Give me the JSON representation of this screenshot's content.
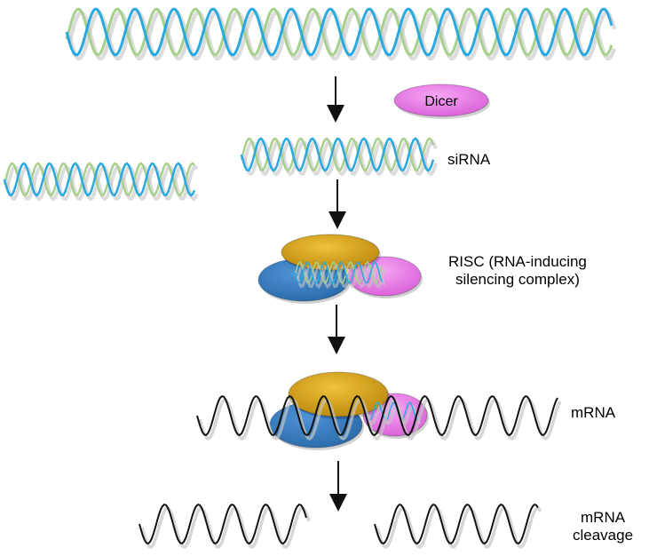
{
  "labels": {
    "dicer": "Dicer",
    "sirna": "siRNA",
    "risc_line1": "RISC (RNA-inducing",
    "risc_line2": "silencing complex)",
    "mrna": "mRNA",
    "cleavage_line1": "mRNA",
    "cleavage_line2": "cleavage"
  },
  "colors": {
    "strand_blue": "#29a9e0",
    "strand_green": "#a8d08d",
    "shadow": "#c4c4c4",
    "mrna_strand": "#111111",
    "dicer_fill": "#ee82ee",
    "risc_gold": "#d7a013",
    "risc_blue": "#3a7fc4",
    "risc_pink": "#ee82ee",
    "arrow": "#111111"
  },
  "icons": [
    "dsrna-helix",
    "dicer-enzyme",
    "sirna-helix",
    "risc-complex",
    "mrna-strand",
    "arrow-down"
  ]
}
